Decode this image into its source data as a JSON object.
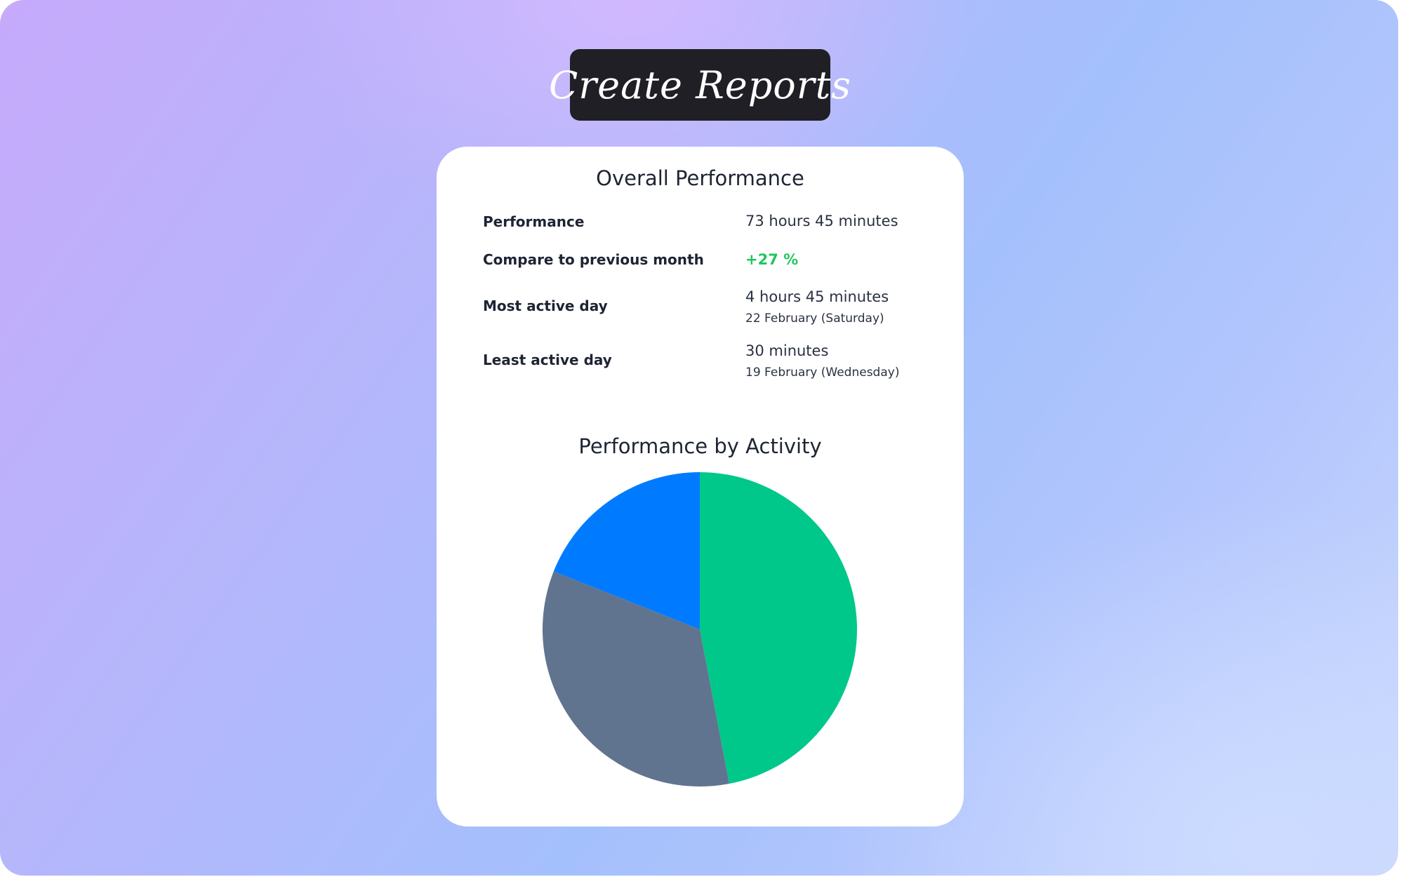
{
  "header": {
    "title": "Create Reports"
  },
  "report": {
    "title": "Overall Performance",
    "stats": [
      {
        "label": "Performance",
        "value": "73 hours 45 minutes",
        "sub": ""
      },
      {
        "label": "Compare to previous month",
        "value": "+27 %",
        "sub": ""
      },
      {
        "label": "Most active day",
        "value": "4 hours 45 minutes",
        "sub": "22 February (Saturday)"
      },
      {
        "label": "Least active day",
        "value": "30 minutes",
        "sub": "19 February (Wednesday)"
      }
    ]
  },
  "colors": {
    "positive": "#22c55e",
    "title_badge_bg": "#1f1f25",
    "card_bg": "#ffffff"
  },
  "chart_data": {
    "type": "pie",
    "title": "Performance by Activity",
    "values": [
      47,
      34,
      19
    ],
    "colors": [
      "#00c88a",
      "#61748f",
      "#007bff"
    ],
    "start": "top (12 o'clock)",
    "direction": "clockwise",
    "legend": "none"
  }
}
